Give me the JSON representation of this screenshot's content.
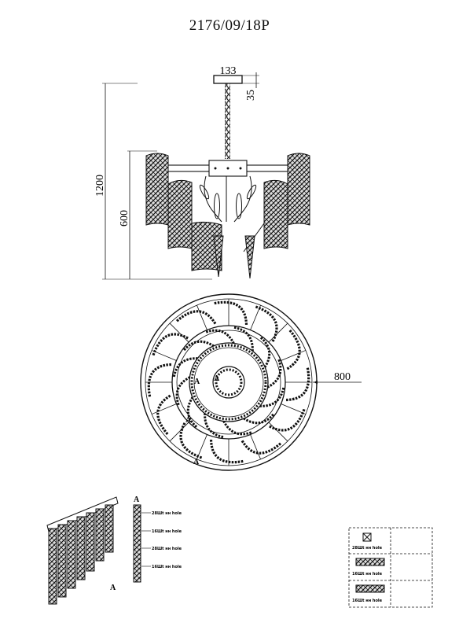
{
  "title": "2176/09/18P",
  "side_view": {
    "dim_top_width": "133",
    "dim_canopy_height": "35",
    "dim_total_height": "1200",
    "dim_body_height": "600"
  },
  "top_view": {
    "dim_diameter": "800",
    "marker": "A"
  },
  "detail_view": {
    "marker": "A",
    "labels": [
      "28Шt нн hole",
      "16Шt нн hole",
      "28Шt нн hole",
      "16Шt нн hole"
    ]
  },
  "legend": {
    "items": [
      {
        "label": "28Шt нн hole"
      },
      {
        "label": "16Шt нн hole"
      },
      {
        "label": "16Шt нн hole"
      }
    ]
  }
}
